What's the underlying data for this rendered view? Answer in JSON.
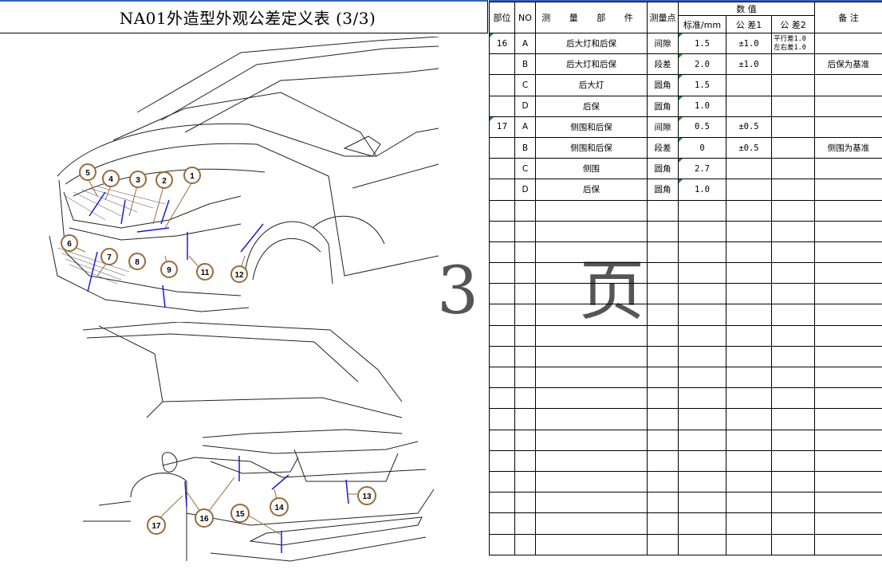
{
  "page": {
    "title": "NA01外造型外观公差定义表 (3/3)",
    "watermark": "3 页"
  },
  "table": {
    "headers": {
      "part": "部位",
      "no": "NO",
      "measure_part": "测 量 部 件",
      "point": "测量点",
      "values": "数 值",
      "standard": "标准/mm",
      "tol1": "公 差1",
      "tol2": "公 差2",
      "remark": "备 注"
    },
    "rows": [
      {
        "part": "16",
        "no": "A",
        "measure_part": "后大灯和后保",
        "point": "间隙",
        "standard": "1.5",
        "tol1": "±1.0",
        "tol2": "平行差1.0 左右差1.0",
        "remark": ""
      },
      {
        "part": "",
        "no": "B",
        "measure_part": "后大灯和后保",
        "point": "段差",
        "standard": "2.0",
        "tol1": "±1.0",
        "tol2": "",
        "remark": "后保为基准"
      },
      {
        "part": "",
        "no": "C",
        "measure_part": "后大灯",
        "point": "圆角",
        "standard": "1.5",
        "tol1": "",
        "tol2": "",
        "remark": ""
      },
      {
        "part": "",
        "no": "D",
        "measure_part": "后保",
        "point": "圆角",
        "standard": "1.0",
        "tol1": "",
        "tol2": "",
        "remark": ""
      },
      {
        "part": "17",
        "no": "A",
        "measure_part": "侧围和后保",
        "point": "间隙",
        "standard": "0.5",
        "tol1": "±0.5",
        "tol2": "",
        "remark": ""
      },
      {
        "part": "",
        "no": "B",
        "measure_part": "侧围和后保",
        "point": "段差",
        "standard": "0",
        "tol1": "±0.5",
        "tol2": "",
        "remark": "侧围为基准"
      },
      {
        "part": "",
        "no": "C",
        "measure_part": "侧围",
        "point": "圆角",
        "standard": "2.7",
        "tol1": "",
        "tol2": "",
        "remark": ""
      },
      {
        "part": "",
        "no": "D",
        "measure_part": "后保",
        "point": "圆角",
        "standard": "1.0",
        "tol1": "",
        "tol2": "",
        "remark": ""
      }
    ]
  },
  "figure": {
    "front_callouts": [
      "1",
      "2",
      "3",
      "4",
      "5",
      "6",
      "7",
      "8",
      "9",
      "11",
      "12"
    ],
    "rear_callouts": [
      "13",
      "14",
      "15",
      "16",
      "17"
    ]
  },
  "colors": {
    "frame_blue": "#3b5fb8",
    "callout_brown": "#9b6a3a",
    "measure_line": "#1a1adb",
    "marker_green": "#1f8a3a"
  }
}
